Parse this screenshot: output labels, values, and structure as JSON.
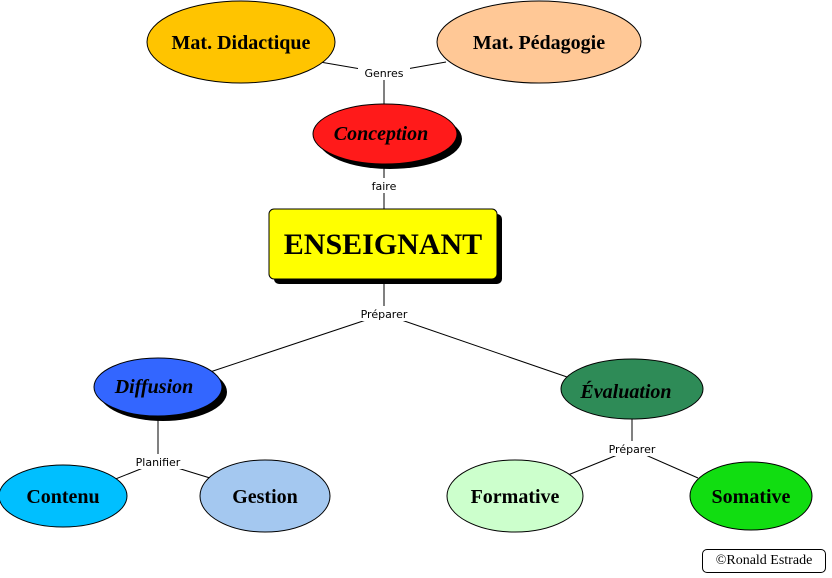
{
  "concepts": {
    "mat_didactique": {
      "label": "Mat. Didactique",
      "color": "#FFC400"
    },
    "mat_pedagogie": {
      "label": "Mat. Pédagogie",
      "color": "#FFC896"
    },
    "conception": {
      "label": "Conception",
      "color": "#FF1A1A"
    },
    "enseignant": {
      "label": "ENSEIGNANT",
      "color": "#FFFF00"
    },
    "diffusion": {
      "label": "Diffusion",
      "color": "#3366FF"
    },
    "evaluation": {
      "label": "Évaluation",
      "color": "#2E8B57"
    },
    "contenu": {
      "label": "Contenu",
      "color": "#00BFFF"
    },
    "gestion": {
      "label": "Gestion",
      "color": "#A4C8F0"
    },
    "formative": {
      "label": "Formative",
      "color": "#CCFFCC"
    },
    "somative": {
      "label": "Somative",
      "color": "#11DD11"
    }
  },
  "linking_phrases": {
    "genres": "Genres",
    "faire": "faire",
    "preparer_top": "Préparer",
    "planifier": "Planifier",
    "preparer_eval": "Préparer"
  },
  "credit": "©Ronald Estrade"
}
